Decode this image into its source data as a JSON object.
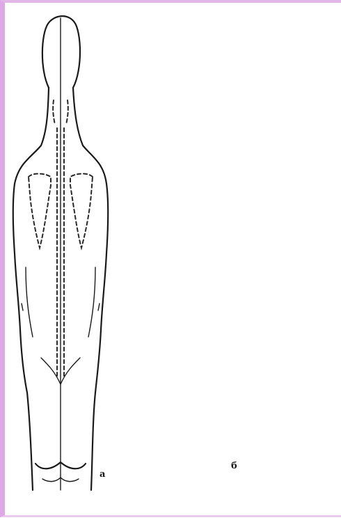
{
  "figure": {
    "panels": [
      {
        "id": "a",
        "label": "a"
      },
      {
        "id": "b",
        "label": "б"
      },
      {
        "id": "c",
        "label": ""
      }
    ]
  }
}
